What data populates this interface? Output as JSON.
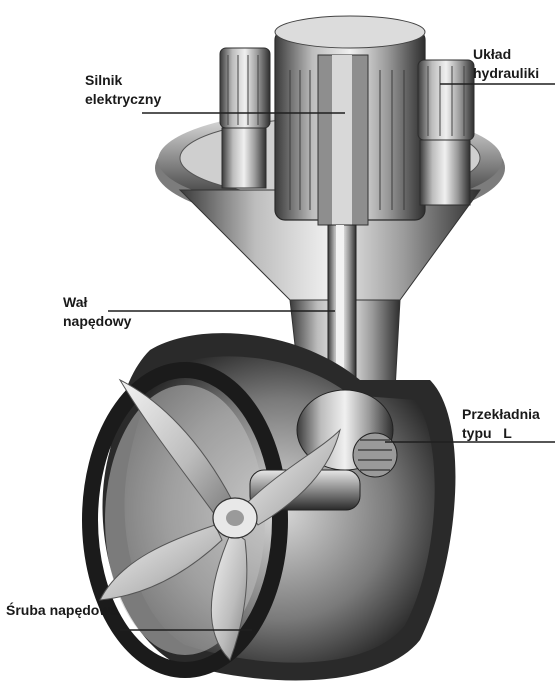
{
  "labels": {
    "motor": [
      "Silnik",
      "elektryczny"
    ],
    "hydraulics": [
      "Układ",
      "hydrauliki"
    ],
    "shaft": [
      "Wał",
      "napędowy"
    ],
    "gear": [
      "Przekładnia",
      "typu   L"
    ],
    "propeller": "Śruba napędowa"
  }
}
